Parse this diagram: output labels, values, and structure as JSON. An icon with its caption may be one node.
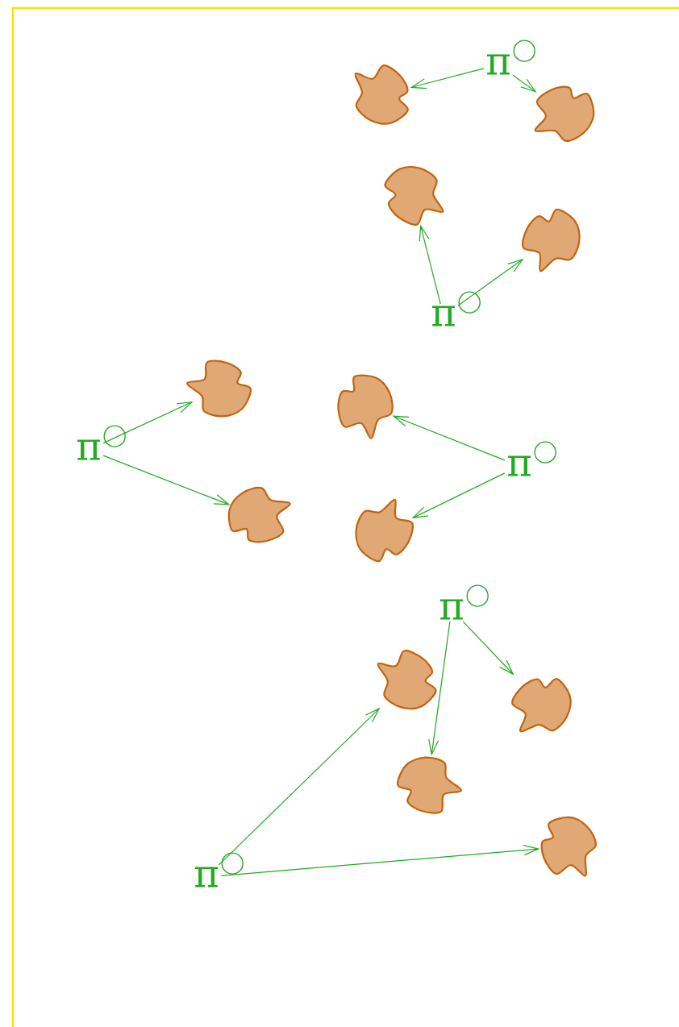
{
  "diagram": {
    "nodes": [
      {
        "text": [
          "π"
        ]
      },
      {
        "text": [],
        "shape": "blob"
      },
      {
        "text": [],
        "shape": "blob"
      },
      {
        "text": [],
        "shape": "blob"
      },
      {
        "text": [],
        "shape": "blob"
      },
      {
        "text": [
          "π"
        ]
      },
      {
        "text": [],
        "shape": "blob"
      },
      {
        "text": [
          "π"
        ]
      },
      {
        "text": [],
        "shape": "blob"
      },
      {
        "text": [
          "π"
        ]
      },
      {
        "text": [],
        "shape": "blob"
      },
      {
        "text": [],
        "shape": "blob"
      },
      {
        "text": [
          "π"
        ]
      },
      {
        "text": [],
        "shape": "blob"
      },
      {
        "text": [],
        "shape": "blob"
      },
      {
        "text": [],
        "shape": "blob"
      },
      {
        "text": [
          "π"
        ]
      },
      {
        "text": [],
        "shape": "blob"
      }
    ],
    "edges": [
      {
        "from": 0,
        "to": 1,
        "arrow": "to"
      },
      {
        "from": 0,
        "to": 2,
        "arrow": "to"
      },
      {
        "from": 5,
        "to": 3,
        "arrow": "to"
      },
      {
        "from": 5,
        "to": 4,
        "arrow": "to"
      },
      {
        "from": 7,
        "to": 6,
        "arrow": "to"
      },
      {
        "from": 7,
        "to": 10,
        "arrow": "to"
      },
      {
        "from": 9,
        "to": 8,
        "arrow": "to"
      },
      {
        "from": 9,
        "to": 11,
        "arrow": "to"
      },
      {
        "from": 12,
        "to": 14,
        "arrow": "to"
      },
      {
        "from": 12,
        "to": 15,
        "arrow": "to"
      },
      {
        "from": 16,
        "to": 13,
        "arrow": "to"
      },
      {
        "from": 16,
        "to": 17,
        "arrow": "to"
      }
    ]
  }
}
